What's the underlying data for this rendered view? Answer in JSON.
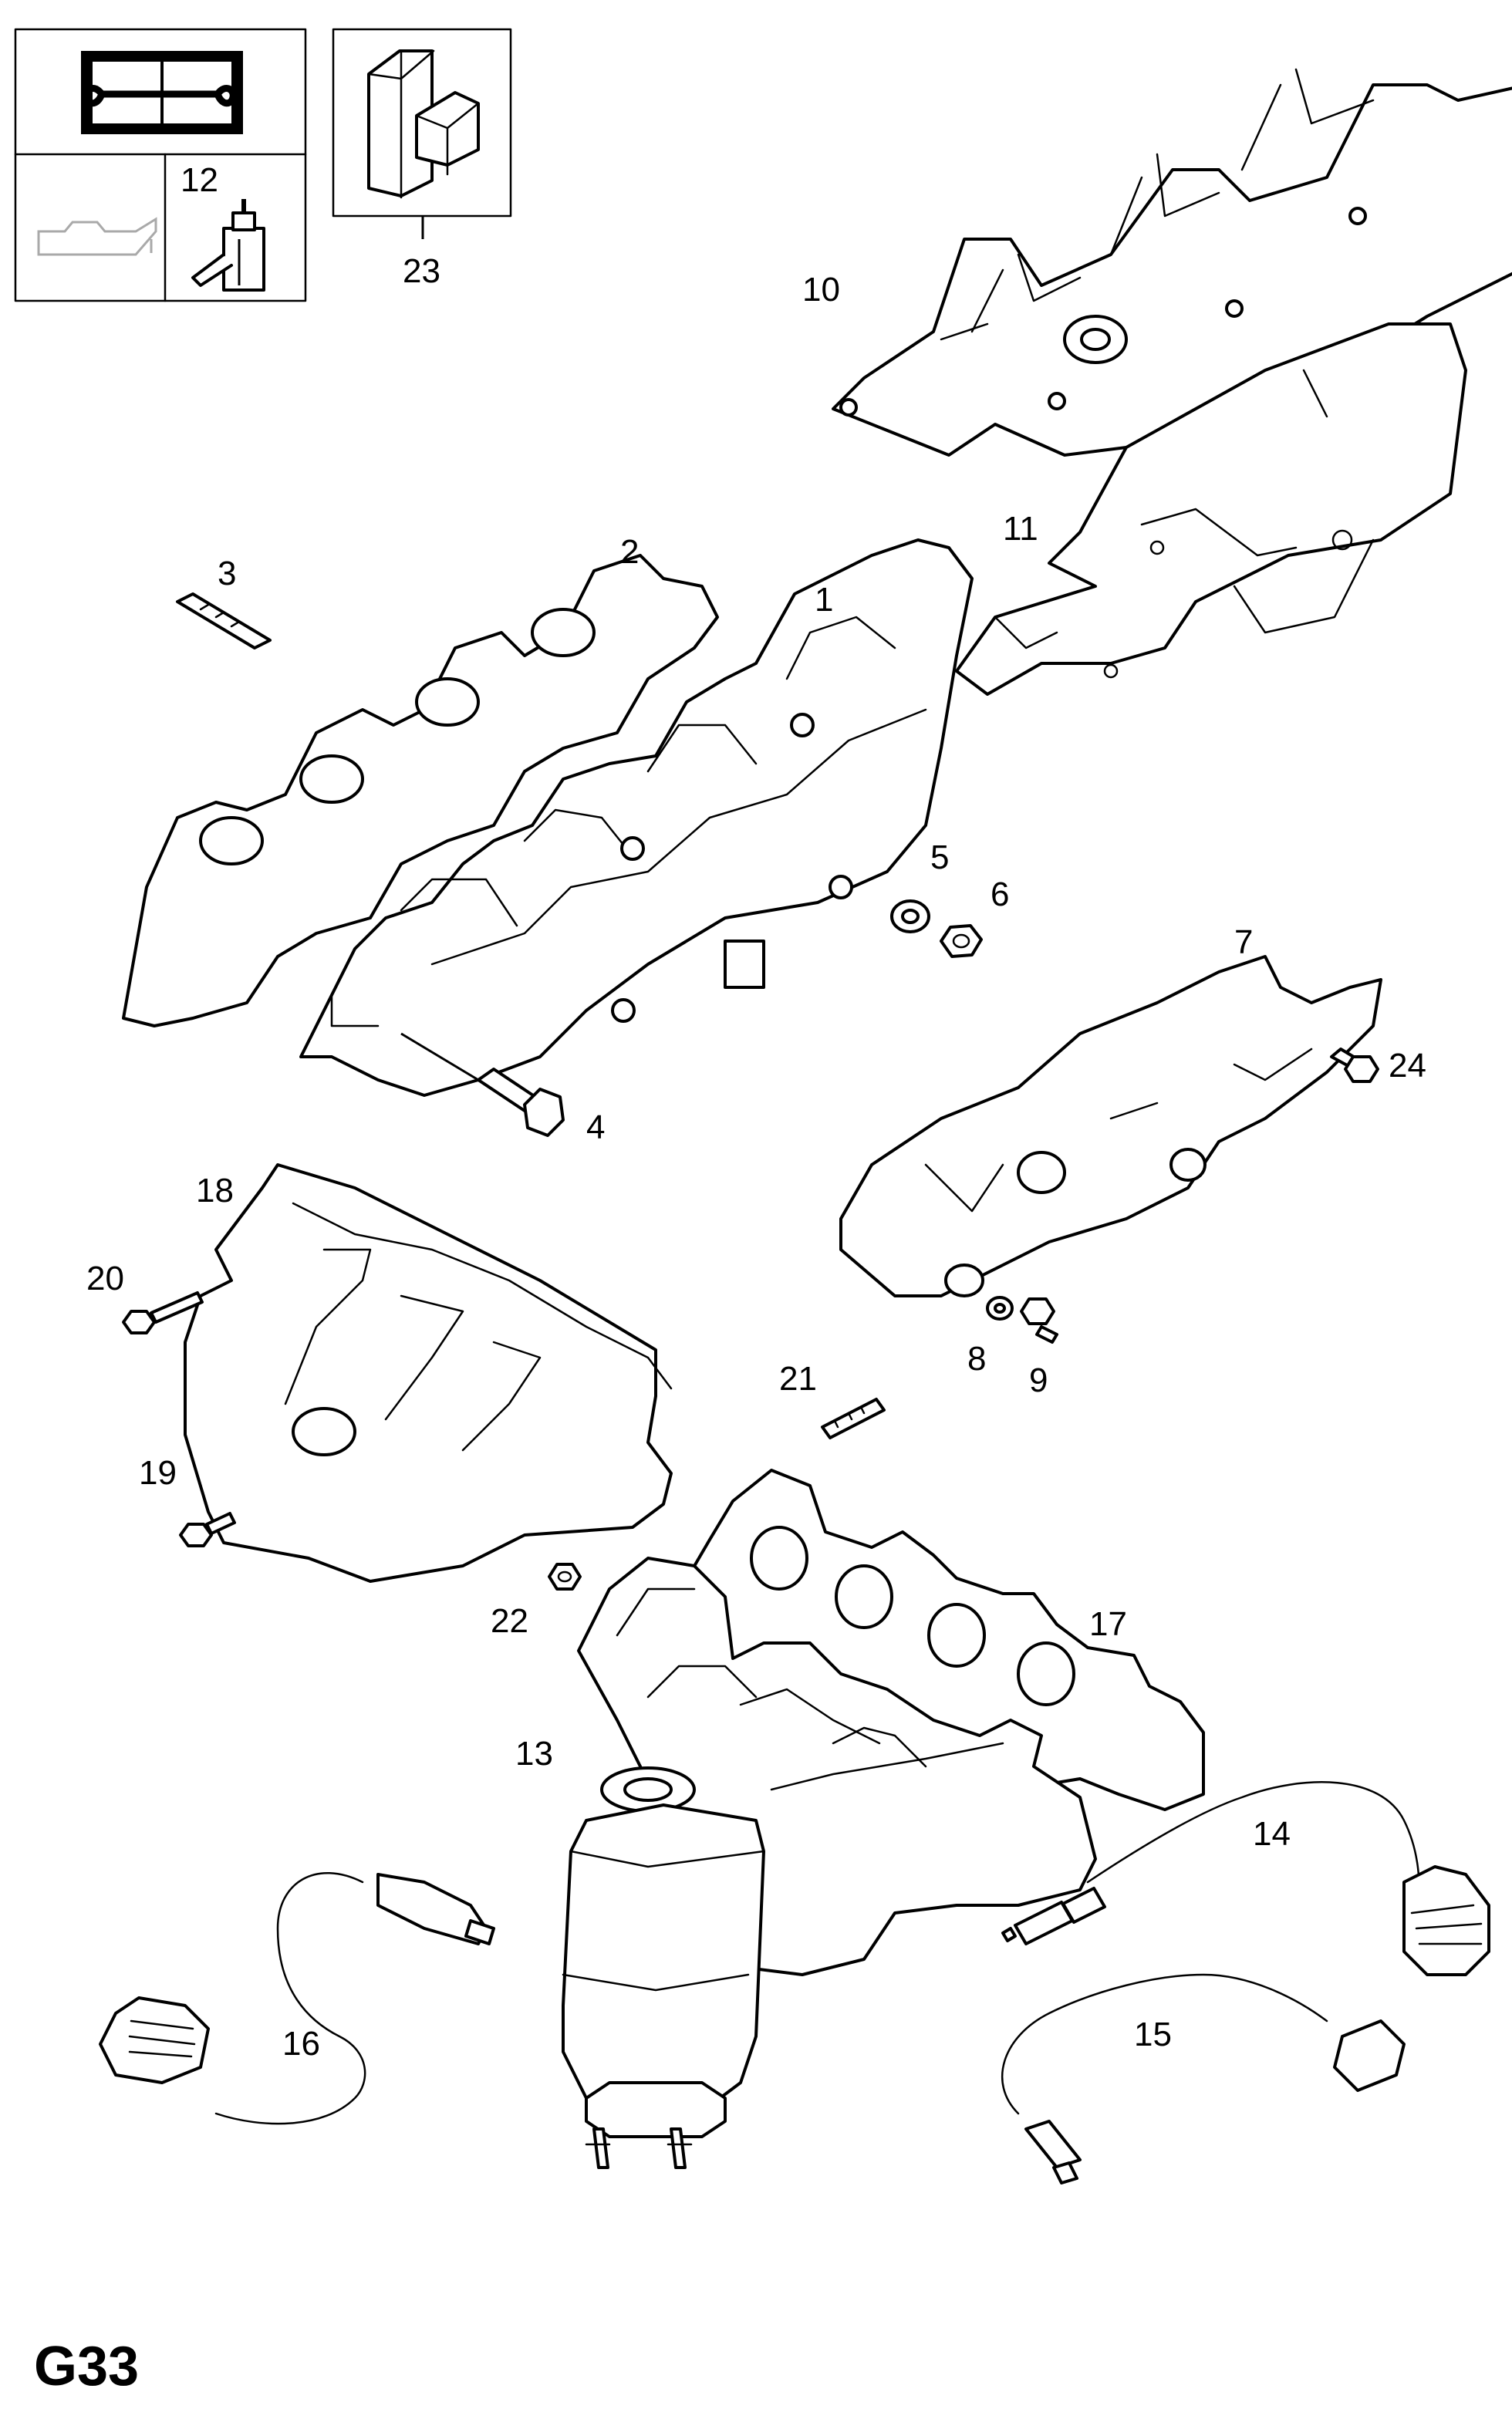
{
  "legend": {
    "manual_icon": "open-book-with-wrench-icon",
    "oil_can_icon": "oil-can-icon",
    "sealant_bottle_icon": "sealant-bottle-icon",
    "sealant_label": "12",
    "clip_label": "23"
  },
  "callouts": {
    "p1": "1",
    "p2": "2",
    "p3": "3",
    "p4": "4",
    "p5": "5",
    "p6": "6",
    "p7": "7",
    "p8": "8",
    "p9": "9",
    "p10": "10",
    "p11": "11",
    "p13": "13",
    "p14": "14",
    "p15": "15",
    "p16": "16",
    "p17": "17",
    "p18": "18",
    "p19": "19",
    "p20": "20",
    "p21": "21",
    "p22": "22",
    "p24": "24"
  },
  "page_code": "G33"
}
